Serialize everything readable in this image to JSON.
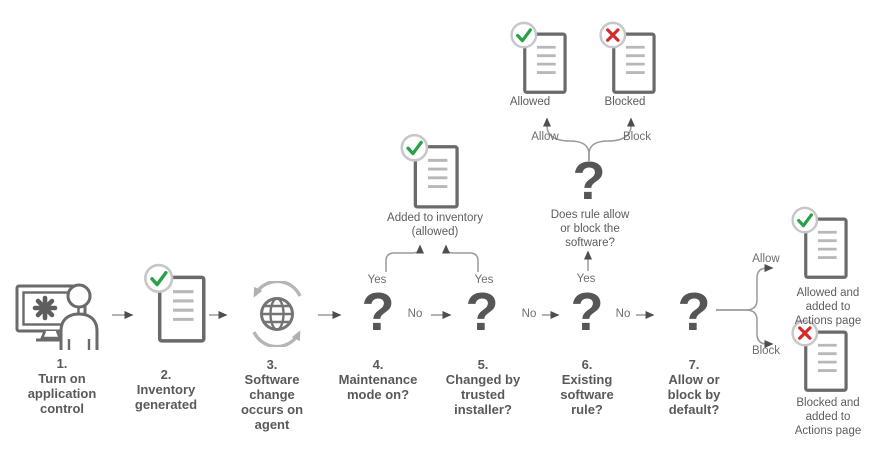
{
  "palette": {
    "outline_gray": "#6a6a6a",
    "doc_line_gray": "#b8b8b8",
    "badge_ring_gray": "#c7c7c7",
    "check_green": "#25a245",
    "cross_red": "#d62a2a",
    "label_gray": "#595959",
    "connector_gray": "#9a9a9a",
    "arrowhead_gray": "#4e4e4e",
    "sync_arrow_gray": "#b5b5b5",
    "background": "#ffffff"
  },
  "question_mark": "?",
  "branch_labels": {
    "yes": "Yes",
    "no": "No",
    "allow": "Allow",
    "block": "Block"
  },
  "steps": [
    {
      "label": "1.\nTurn on\napplication\ncontrol"
    },
    {
      "label": "2.\nInventory\ngenerated"
    },
    {
      "label": "3.\nSoftware\nchange\noccurs on\nagent"
    },
    {
      "label": "4.\nMaintenance\nmode on?"
    },
    {
      "label": "5.\nChanged by\ntrusted\ninstaller?"
    },
    {
      "label": "6.\nExisting\nsoftware\nrule?"
    },
    {
      "label": "7.\nAllow or\nblock by\ndefault?"
    }
  ],
  "outcomes": {
    "inventory": "Added to inventory\n(allowed)",
    "rule_question": "Does rule allow\nor block the\nsoftware?",
    "rule_allowed": "Allowed",
    "rule_blocked": "Blocked",
    "default_allowed": "Allowed and\nadded to\nActions page",
    "default_blocked": "Blocked and\nadded to\nActions page"
  }
}
